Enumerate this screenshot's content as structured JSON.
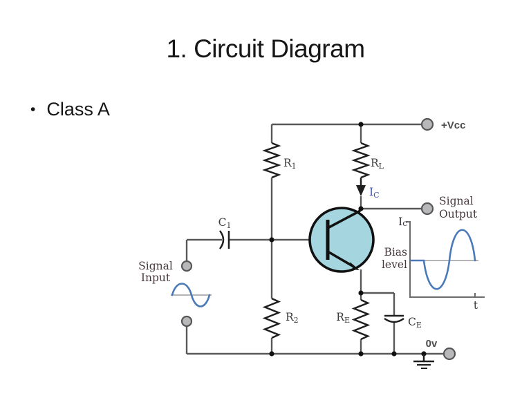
{
  "slide": {
    "title": "1. Circuit Diagram",
    "bullet_marker": "•",
    "bullet_text": "Class A"
  },
  "colors": {
    "transistor_fill": "#a5d6e0",
    "waveform_blue": "#4a79b8",
    "current_blue": "#3c55c0",
    "wire_gray": "#58585a",
    "component_black": "#1f1f1f",
    "component_label": "#3a3a3c",
    "signal_label": "#47383f",
    "power_label": "#4a4a4c",
    "terminal_fill": "#b8b8ba"
  },
  "circuit": {
    "supply_label": "+Vcc",
    "ground_label": "0v",
    "resistors": {
      "r1": {
        "ref": "R",
        "sub": "1"
      },
      "rl": {
        "ref": "R",
        "sub": "L"
      },
      "r2": {
        "ref": "R",
        "sub": "2"
      },
      "re": {
        "ref": "R",
        "sub": "E"
      }
    },
    "capacitors": {
      "c1": {
        "ref": "C",
        "sub": "1"
      },
      "ce": {
        "ref": "C",
        "sub": "E"
      }
    },
    "collector_current": {
      "ref": "I",
      "sub": "C"
    },
    "signal_input": {
      "line1": "Signal",
      "line2": "Input"
    },
    "signal_output": {
      "line1": "Signal",
      "line2": "Output"
    }
  },
  "graph": {
    "y_label": {
      "ref": "I",
      "sub": "c"
    },
    "bias": {
      "line1": "Bias",
      "line2": "level"
    },
    "x_label": "t"
  }
}
